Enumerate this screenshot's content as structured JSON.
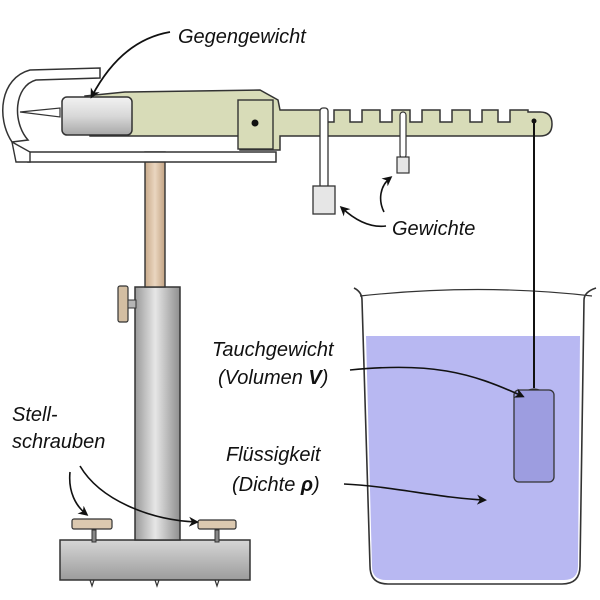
{
  "labels": {
    "counterweight": "Gegengewicht",
    "weights": "Gewichte",
    "plunger_line1": "Tauchgewicht",
    "plunger_line2_pre": "(Volumen ",
    "plunger_line2_sym": "V",
    "plunger_line2_post": ")",
    "liquid_line1": "Flüssigkeit",
    "liquid_line2_pre": "(Dichte ",
    "liquid_line2_sym": "ρ",
    "liquid_line2_post": ")",
    "screws_line1": "Stell-",
    "screws_line2": "schrauben"
  },
  "colors": {
    "beam": "#d8dcb8",
    "stand": "#c9c9c9",
    "rod": "#dcc2a6",
    "liquid": "#b8b8f2",
    "plunger": "#9d9de0",
    "outline": "#333333"
  }
}
